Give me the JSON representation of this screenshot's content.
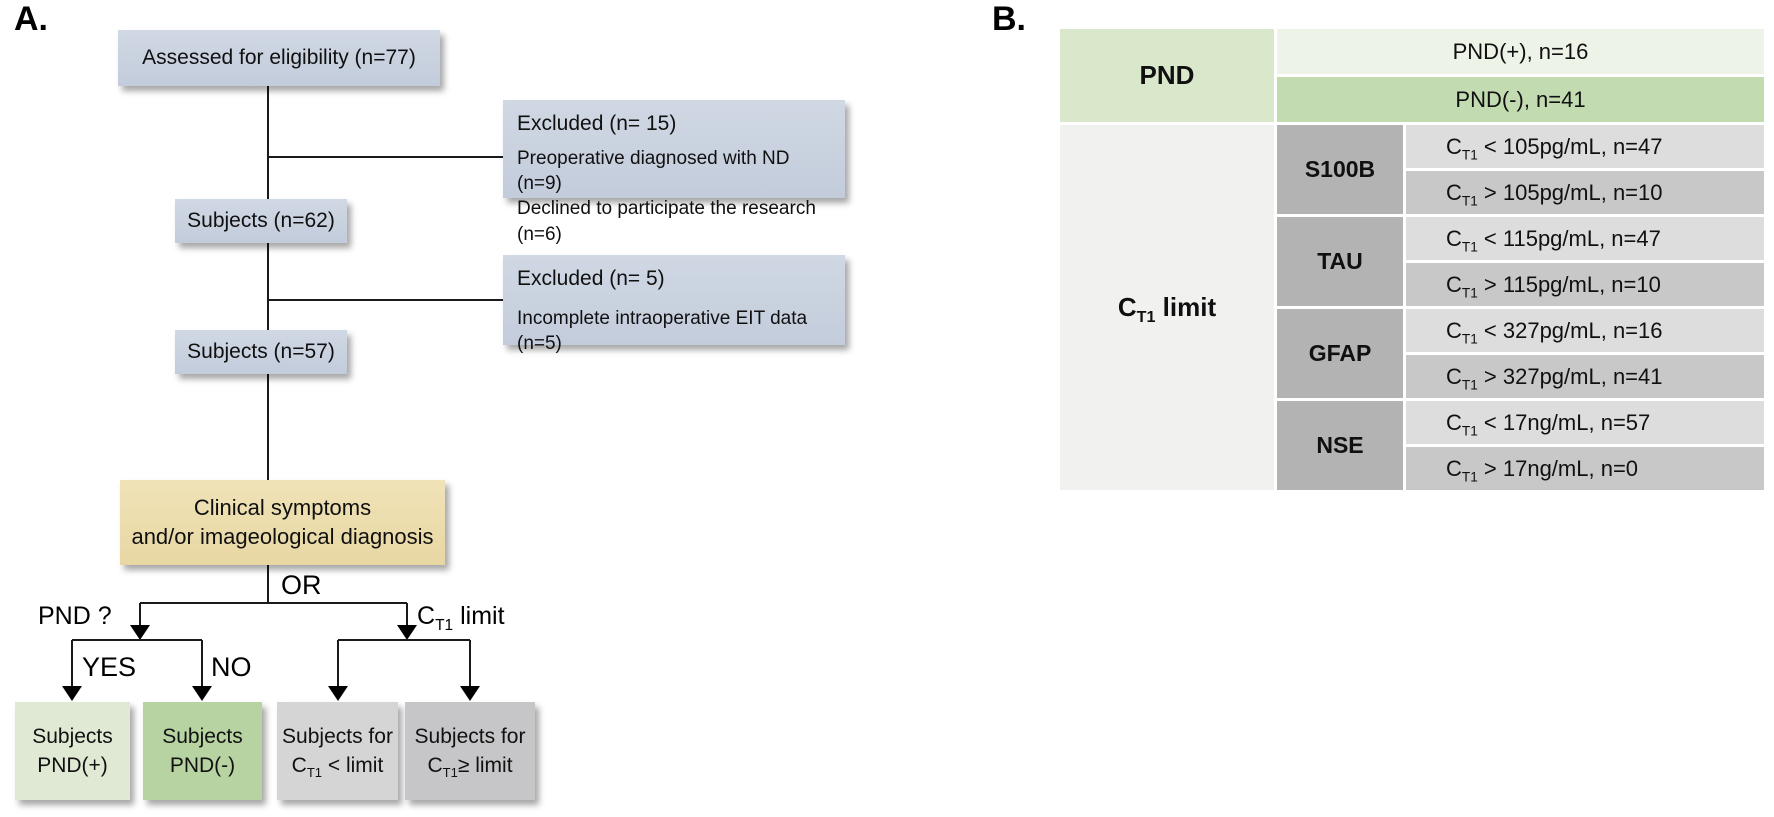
{
  "panel_a": {
    "label": "A.",
    "boxes": {
      "eligibility": "Assessed for eligibility (n=77)",
      "excluded1": {
        "title": "Excluded (n= 15)",
        "items": [
          "Preoperative diagnosed with ND (n=9)",
          "Declined to participate the research (n=6)"
        ]
      },
      "subjects62": "Subjects (n=62)",
      "excluded2": {
        "title": "Excluded (n= 5)",
        "items": [
          "Incomplete intraoperative EIT data (n=5)"
        ]
      },
      "subjects57": "Subjects (n=57)",
      "clinical": {
        "line1": "Clinical symptoms",
        "line2": "and/or imageological diagnosis"
      }
    },
    "labels": {
      "or": "OR",
      "pnd_question": "PND ?",
      "ct1_limit": {
        "pre": "C",
        "sub": "T1",
        "rest": " limit"
      },
      "yes": "YES",
      "no": "NO"
    },
    "outcomes": [
      {
        "line1": "Subjects",
        "line2": "PND(+)"
      },
      {
        "line1": "Subjects",
        "line2": "PND(-)"
      },
      {
        "line1": "Subjects for",
        "line2_pre": "C",
        "line2_sub": "T1",
        "line2_rest": " < limit"
      },
      {
        "line1": "Subjects for",
        "line2_pre": "C",
        "line2_sub": "T1",
        "line2_rest": "≥ limit"
      }
    ]
  },
  "panel_b": {
    "label": "B.",
    "table": {
      "pnd_header": "PND",
      "pnd_positive": "PND(+), n=16",
      "pnd_negative": "PND(-), n=41",
      "ct1_header": {
        "pre": "C",
        "sub": "T1",
        "rest": " limit"
      },
      "groups": [
        {
          "marker": "S100B",
          "rows": [
            {
              "pre": "C",
              "sub": "T1",
              "rest": " < 105pg/mL, n=47"
            },
            {
              "pre": "C",
              "sub": "T1",
              "rest": " > 105pg/mL, n=10"
            }
          ]
        },
        {
          "marker": "TAU",
          "rows": [
            {
              "pre": "C",
              "sub": "T1",
              "rest": " < 115pg/mL, n=47"
            },
            {
              "pre": "C",
              "sub": "T1",
              "rest": " > 115pg/mL, n=10"
            }
          ]
        },
        {
          "marker": "GFAP",
          "rows": [
            {
              "pre": "C",
              "sub": "T1",
              "rest": " < 327pg/mL, n=16"
            },
            {
              "pre": "C",
              "sub": "T1",
              "rest": " > 327pg/mL, n=41"
            }
          ]
        },
        {
          "marker": "NSE",
          "rows": [
            {
              "pre": "C",
              "sub": "T1",
              "rest": " < 17ng/mL, n=57"
            },
            {
              "pre": "C",
              "sub": "T1",
              "rest": " > 17ng/mL, n=0"
            }
          ]
        }
      ]
    }
  },
  "colors": {
    "flow_blue": "#c6cfdd",
    "flow_tan": "#ecdcab",
    "outcome_green_light": "#dfe9d4",
    "outcome_green": "#b7d3a2",
    "outcome_gray_light": "#d5d5d5",
    "outcome_gray": "#c6c6c8",
    "table_pnd_header": "#d9e7ca",
    "table_pnd_positive": "#edf4e7",
    "table_pnd_negative": "#c2dbb1",
    "table_ct1_column": "#f1f1ef",
    "table_marker": "#b3b3b3",
    "table_row_light": "#dddddd",
    "table_row_dark": "#c8c8c8"
  }
}
